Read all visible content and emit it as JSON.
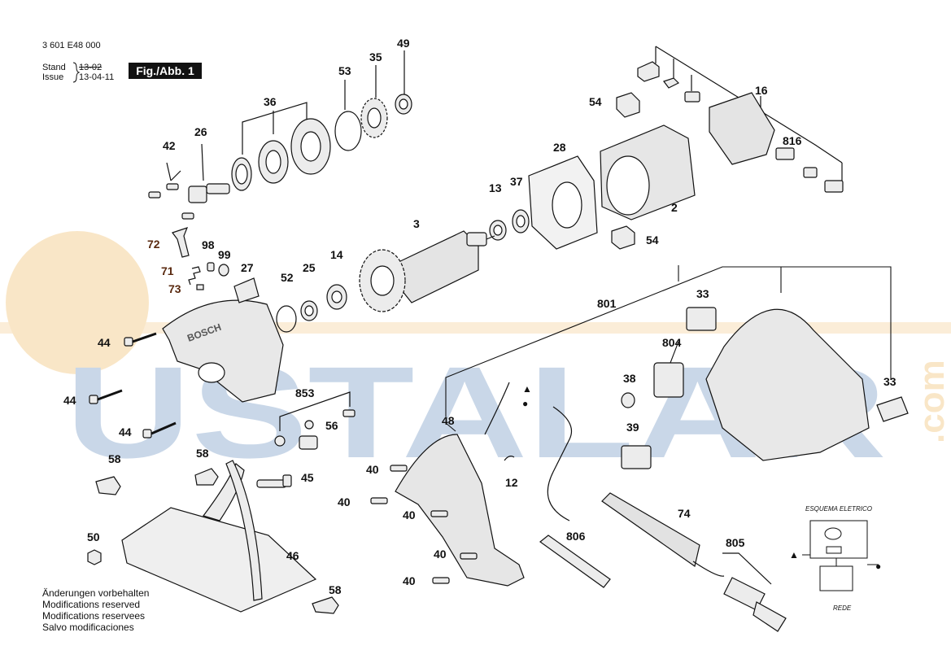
{
  "header": {
    "part_number": "3 601 E48 000",
    "stand_label": "Stand",
    "issue_label": "Issue",
    "stand_value_struck": "13-02",
    "issue_value": "13-04-11",
    "figure_label": "Fig./Abb. 1"
  },
  "notes": [
    "Änderungen vorbehalten",
    "Modifications reserved",
    "Modifications reservees",
    "Salvo modificaciones"
  ],
  "watermark": {
    "text": "USTALAR",
    "suffix": ".com"
  },
  "wiring_legend": {
    "title": "ESQUEMA ELETRICO",
    "footer": "REDE",
    "triangle_symbol": "▲",
    "dot_symbol": "●"
  },
  "part_labels": {
    "p42": "42",
    "p26": "26",
    "p36": "36",
    "p53": "53",
    "p35": "35",
    "p49": "49",
    "p16": "16",
    "p54a": "54",
    "p816": "816",
    "p28": "28",
    "p37": "37",
    "p13": "13",
    "p3": "3",
    "p2": "2",
    "p54b": "54",
    "p72": "72",
    "p98": "98",
    "p99": "99",
    "p71": "71",
    "p27": "27",
    "p73": "73",
    "p52": "52",
    "p25": "25",
    "p14": "14",
    "p801": "801",
    "p33a": "33",
    "p804": "804",
    "p44a": "44",
    "p44b": "44",
    "p44c": "44",
    "p853": "853",
    "p56": "56",
    "p38": "38",
    "p39": "39",
    "p48": "48",
    "p33b": "33",
    "p12": "12",
    "p58a": "58",
    "p58b": "58",
    "p45": "45",
    "p40a": "40",
    "p40b": "40",
    "p40c": "40",
    "p40d": "40",
    "p40e": "40",
    "p806": "806",
    "p74": "74",
    "p50": "50",
    "p46": "46",
    "p805": "805",
    "p58c": "58"
  },
  "colors": {
    "line": "#111111",
    "watermark_blue": "#9db7d6",
    "watermark_orange": "#f5d29a",
    "label_brown": "#5a2a10",
    "part_fill": "#ececec"
  }
}
